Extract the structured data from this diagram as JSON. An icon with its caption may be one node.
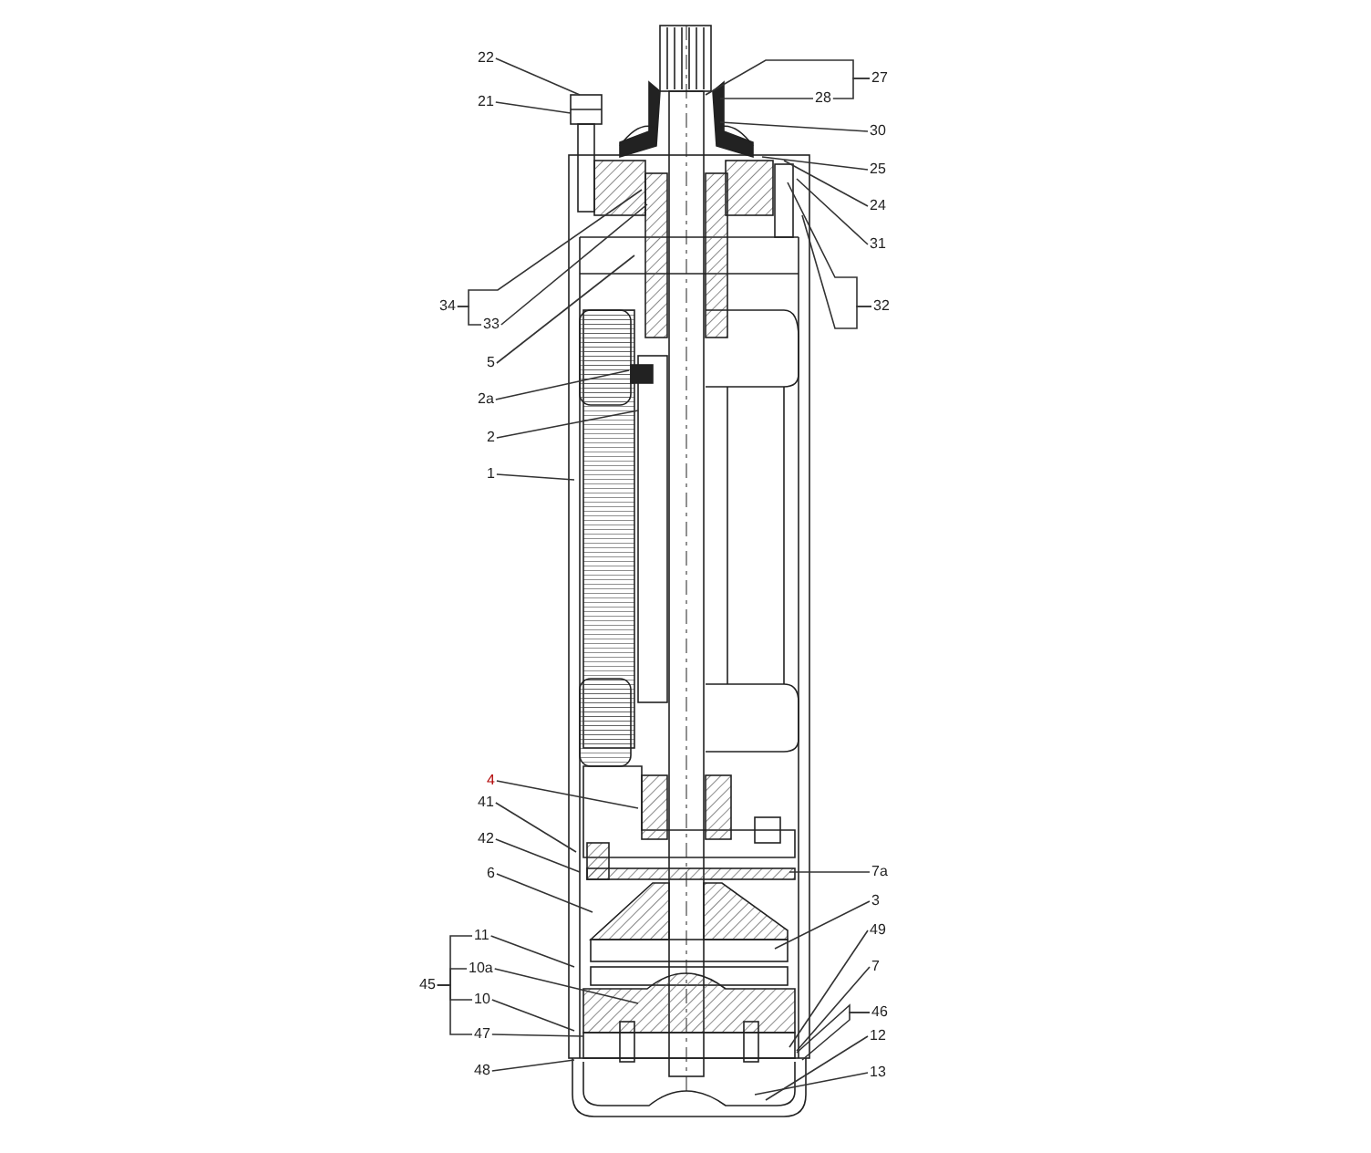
{
  "diagram": {
    "nodes": [
      {
        "text": [
          "22"
        ]
      },
      {
        "text": [
          "21"
        ]
      },
      {
        "text": [
          "34"
        ]
      },
      {
        "text": [
          "33"
        ]
      },
      {
        "text": [
          "5"
        ]
      },
      {
        "text": [
          "2a"
        ]
      },
      {
        "text": [
          "2"
        ]
      },
      {
        "text": [
          "1"
        ]
      },
      {
        "text": [
          "4"
        ]
      },
      {
        "text": [
          "41"
        ]
      },
      {
        "text": [
          "42"
        ]
      },
      {
        "text": [
          "6"
        ]
      },
      {
        "text": [
          "45"
        ]
      },
      {
        "text": [
          "11"
        ]
      },
      {
        "text": [
          "10a"
        ]
      },
      {
        "text": [
          "10"
        ]
      },
      {
        "text": [
          "47"
        ]
      },
      {
        "text": [
          "48"
        ]
      },
      {
        "text": [
          "27"
        ]
      },
      {
        "text": [
          "28"
        ]
      },
      {
        "text": [
          "30"
        ]
      },
      {
        "text": [
          "25"
        ]
      },
      {
        "text": [
          "24"
        ]
      },
      {
        "text": [
          "31"
        ]
      },
      {
        "text": [
          "32"
        ]
      },
      {
        "text": [
          "7a"
        ]
      },
      {
        "text": [
          "3"
        ]
      },
      {
        "text": [
          "49"
        ]
      },
      {
        "text": [
          "7"
        ]
      },
      {
        "text": [
          "46"
        ]
      },
      {
        "text": [
          "12"
        ]
      },
      {
        "text": [
          "13"
        ]
      }
    ],
    "edges": [
      {
        "from": 0,
        "to": null,
        "arrow": "none"
      },
      {
        "from": 1,
        "to": null,
        "arrow": "none"
      },
      {
        "from": 2,
        "to": null,
        "arrow": "none"
      },
      {
        "from": 3,
        "to": null,
        "arrow": "none"
      },
      {
        "from": 4,
        "to": null,
        "arrow": "none"
      },
      {
        "from": 5,
        "to": null,
        "arrow": "none"
      },
      {
        "from": 6,
        "to": null,
        "arrow": "none"
      },
      {
        "from": 7,
        "to": null,
        "arrow": "none"
      },
      {
        "from": 8,
        "to": null,
        "arrow": "none"
      },
      {
        "from": 9,
        "to": null,
        "arrow": "none"
      },
      {
        "from": 10,
        "to": null,
        "arrow": "none"
      },
      {
        "from": 11,
        "to": null,
        "arrow": "none"
      },
      {
        "from": 13,
        "to": null,
        "arrow": "none"
      },
      {
        "from": 14,
        "to": null,
        "arrow": "none"
      },
      {
        "from": 15,
        "to": null,
        "arrow": "none"
      },
      {
        "from": 16,
        "to": null,
        "arrow": "none"
      },
      {
        "from": 17,
        "to": null,
        "arrow": "none"
      },
      {
        "from": 18,
        "to": null,
        "arrow": "none"
      },
      {
        "from": 19,
        "to": null,
        "arrow": "none"
      },
      {
        "from": 20,
        "to": null,
        "arrow": "none"
      },
      {
        "from": 21,
        "to": null,
        "arrow": "none"
      },
      {
        "from": 22,
        "to": null,
        "arrow": "none"
      },
      {
        "from": 23,
        "to": null,
        "arrow": "none"
      },
      {
        "from": 24,
        "to": null,
        "arrow": "none"
      },
      {
        "from": 24,
        "to": null,
        "arrow": "none"
      },
      {
        "from": 25,
        "to": null,
        "arrow": "none"
      },
      {
        "from": 26,
        "to": null,
        "arrow": "none"
      },
      {
        "from": 27,
        "to": null,
        "arrow": "none"
      },
      {
        "from": 28,
        "to": null,
        "arrow": "none"
      },
      {
        "from": 29,
        "to": null,
        "arrow": "none"
      },
      {
        "from": 29,
        "to": null,
        "arrow": "none"
      },
      {
        "from": 30,
        "to": null,
        "arrow": "none"
      },
      {
        "from": 31,
        "to": null,
        "arrow": "none"
      },
      {
        "from": 2,
        "to": 3,
        "arrow": "none"
      },
      {
        "from": 12,
        "to": 13,
        "arrow": "none"
      },
      {
        "from": 12,
        "to": 14,
        "arrow": "none"
      },
      {
        "from": 12,
        "to": 15,
        "arrow": "none"
      },
      {
        "from": 12,
        "to": 16,
        "arrow": "none"
      },
      {
        "from": 18,
        "to": 19,
        "arrow": "none"
      }
    ]
  }
}
